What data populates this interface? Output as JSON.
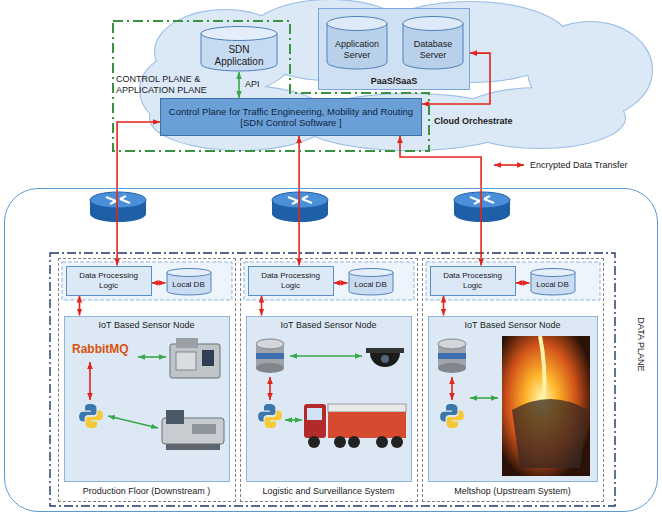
{
  "diagram": {
    "nodes": [
      {
        "text": [
          "CONTROL PLANE & APPLICATION PLANE"
        ]
      },
      {
        "text": [
          "SDN Application"
        ],
        "in": 0
      },
      {
        "text": [
          "Control Plane for Traffic Engineering, Mobility and Routing [SDN Control Software ]"
        ],
        "in": 0
      },
      {
        "text": [
          "PaaS/SaaS"
        ]
      },
      {
        "text": [
          "Application Server"
        ],
        "in": 3
      },
      {
        "text": [
          "Database Server"
        ],
        "in": 3
      },
      {
        "text": [
          "DATA PLANE"
        ]
      },
      {
        "text": [
          "Production Floor (Downstream )"
        ],
        "in": 6
      },
      {
        "text": [
          "Data Processing Logic"
        ],
        "in": 7
      },
      {
        "text": [
          "Local DB"
        ],
        "in": 7
      },
      {
        "text": [
          "IoT Based Sensor Node"
        ],
        "in": 7
      },
      {
        "text": [
          "Logistic and Surveillance System"
        ],
        "in": 6
      },
      {
        "text": [
          "Data Processing Logic"
        ],
        "in": 11
      },
      {
        "text": [
          "Local DB"
        ],
        "in": 11
      },
      {
        "text": [
          "IoT Based Sensor Node"
        ],
        "in": 11
      },
      {
        "text": [
          "Meltshop (Upstream System)"
        ],
        "in": 6
      },
      {
        "text": [
          "Data Processing Logic"
        ],
        "in": 15
      },
      {
        "text": [
          "Local DB"
        ],
        "in": 15
      },
      {
        "text": [
          "IoT Based Sensor Node"
        ],
        "in": 15
      }
    ],
    "edges": [
      {
        "from": 1,
        "to": 2,
        "arrow": "both",
        "label": "API"
      },
      {
        "from": 4,
        "to": 5,
        "arrow": "both"
      },
      {
        "from": 2,
        "to": 3,
        "arrow": "both"
      },
      {
        "from": 2,
        "to": 8,
        "arrow": "both"
      },
      {
        "from": 8,
        "to": 9,
        "arrow": "both"
      },
      {
        "from": 8,
        "to": 10,
        "arrow": "both"
      },
      {
        "from": 2,
        "to": 12,
        "arrow": "both"
      },
      {
        "from": 12,
        "to": 13,
        "arrow": "both"
      },
      {
        "from": 12,
        "to": 14,
        "arrow": "both"
      },
      {
        "from": 2,
        "to": 16,
        "arrow": "both"
      },
      {
        "from": 16,
        "to": 17,
        "arrow": "both"
      },
      {
        "from": 16,
        "to": 18,
        "arrow": "both"
      }
    ],
    "labels": [
      "Cloud Orchestrate",
      "RabbitMQ"
    ],
    "legend": [
      {
        "text": "Encrypted Data Transfer"
      }
    ]
  }
}
